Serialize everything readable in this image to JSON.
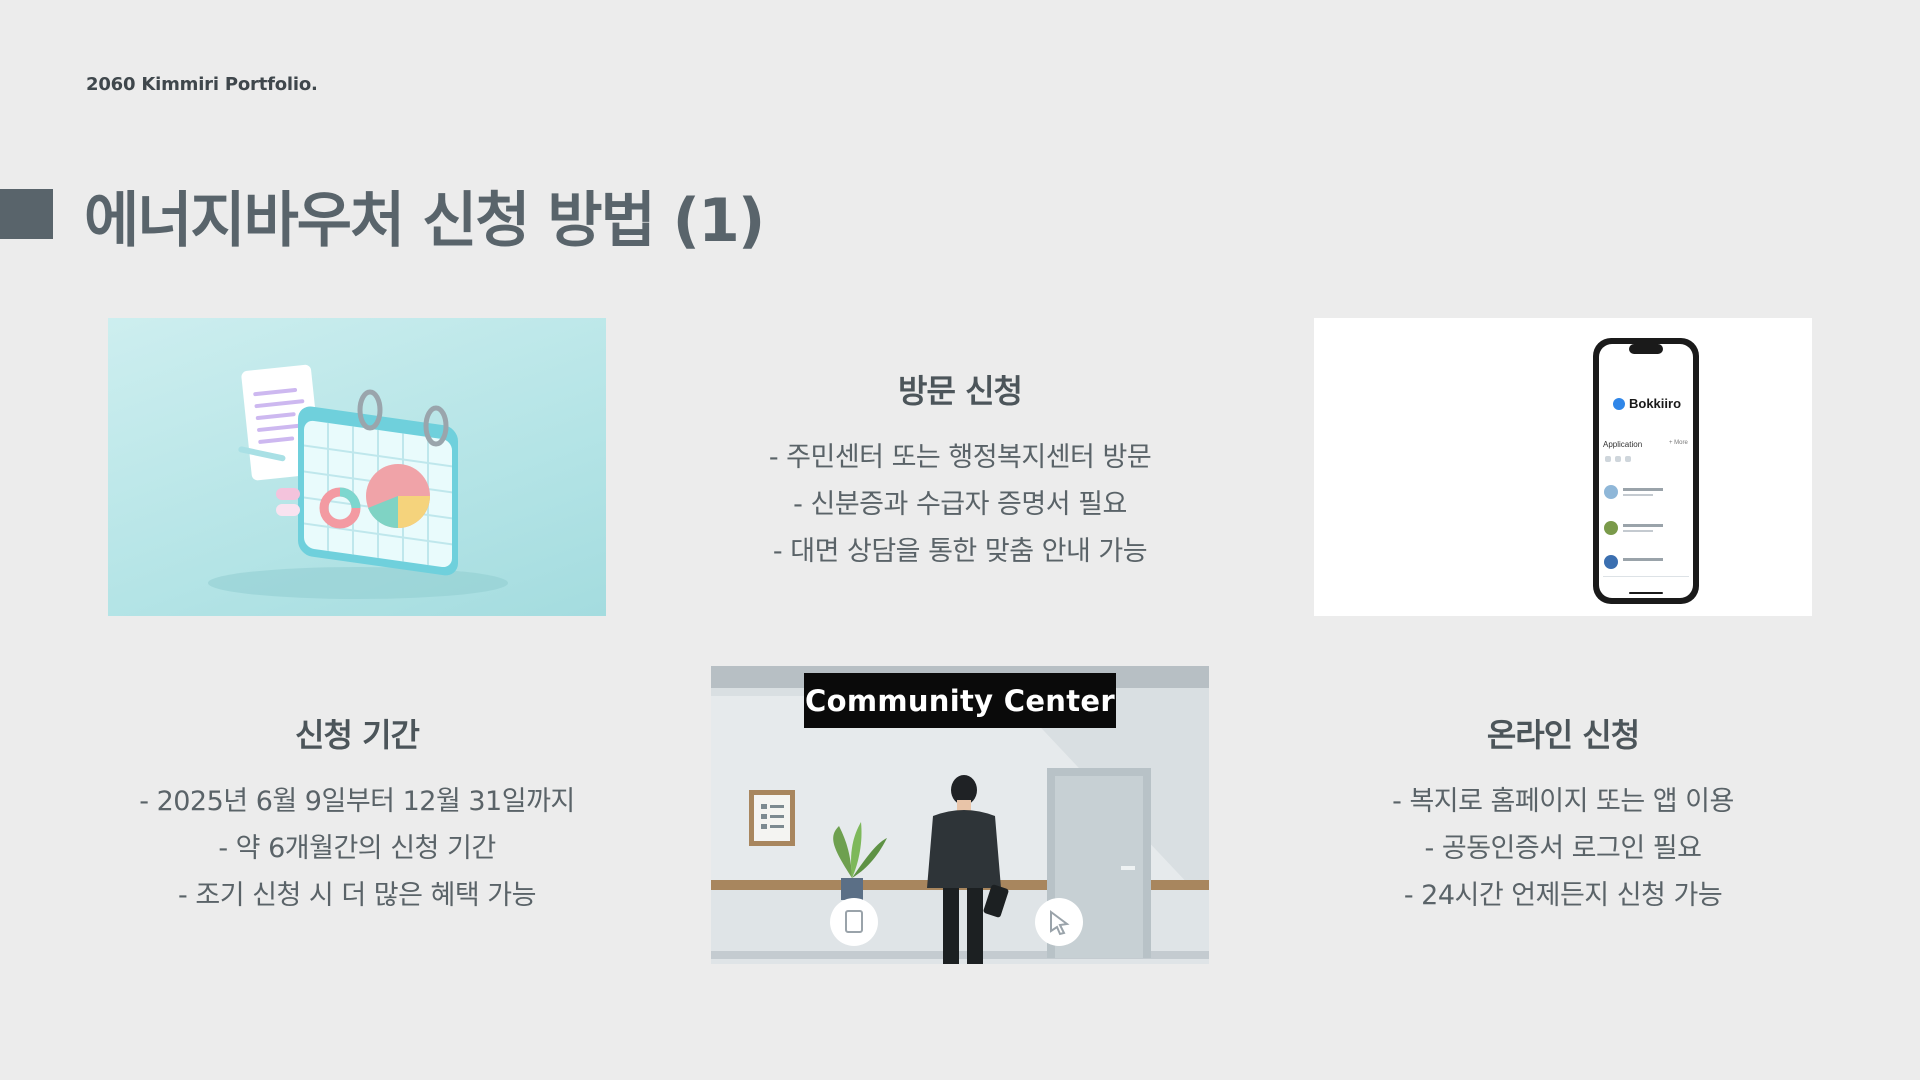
{
  "brand": "2060 Kimmiri Portfolio.",
  "title": "에너지바우처 신청 방법 (1)",
  "visit": {
    "heading": "방문 신청",
    "lines": [
      "- 주민센터 또는 행정복지센터 방문",
      "- 신분증과 수급자 증명서 필요",
      "- 대면 상담을 통한 맞춤 안내 가능"
    ]
  },
  "period": {
    "heading": "신청 기간",
    "lines": [
      "- 2025년 6월 9일부터 12월 31일까지",
      "- 약 6개월간의 신청 기간",
      "- 조기 신청 시 더 많은 혜택 가능"
    ]
  },
  "online": {
    "heading": "온라인 신청",
    "lines": [
      "- 복지로 홈페이지 또는 앱 이용",
      "- 공동인증서 로그인 필요",
      "- 24시간 언제든지 신청 가능"
    ]
  },
  "phone": {
    "app_name": "Bokkiiro",
    "section": "Application",
    "more": "+ More"
  },
  "community": {
    "sign": "Community Center"
  },
  "colors": {
    "background": "#ececec",
    "accent": "#59646b",
    "text": "#5a6368"
  }
}
